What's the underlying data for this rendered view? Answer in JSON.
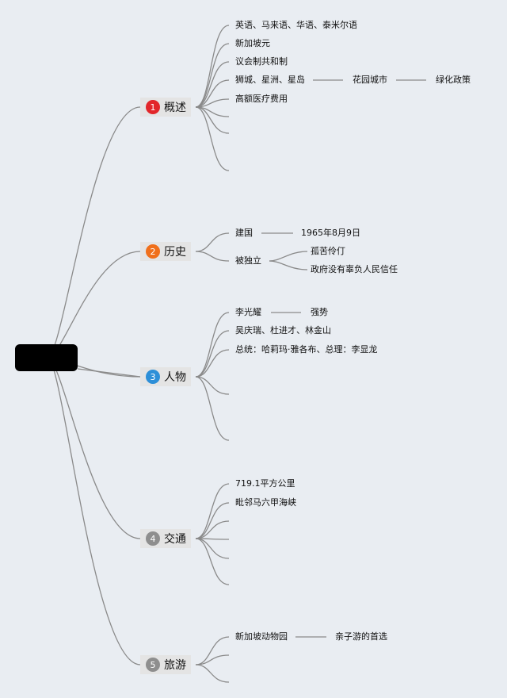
{
  "branches": [
    {
      "number": "1",
      "label": "概述",
      "color": "#e2262a",
      "items": [
        {
          "text": "英语、马来语、华语、泰米尔语"
        },
        {
          "text": "新加坡元"
        },
        {
          "text": "议会制共和制"
        },
        {
          "text": "狮城、星洲、星岛",
          "children": [
            "花园城市",
            "绿化政策"
          ]
        },
        {
          "text": "高额医疗费用"
        }
      ]
    },
    {
      "number": "2",
      "label": "历史",
      "color": "#f06f1b",
      "items": [
        {
          "text": "建国",
          "children": [
            "1965年8月9日"
          ]
        },
        {
          "text": "被独立",
          "sub": [
            "孤苦伶仃",
            "政府没有辜负人民信任"
          ]
        }
      ]
    },
    {
      "number": "3",
      "label": "人物",
      "color": "#2d8fd8",
      "items": [
        {
          "text": "李光耀",
          "children": [
            "强势"
          ]
        },
        {
          "text": "吴庆瑞、杜进才、林金山"
        },
        {
          "text": "总统：哈莉玛·雅各布、总理：李显龙"
        }
      ]
    },
    {
      "number": "4",
      "label": "交通",
      "color": "#8e8e8e",
      "items": [
        {
          "text": "719.1平方公里"
        },
        {
          "text": "毗邻马六甲海峡"
        }
      ]
    },
    {
      "number": "5",
      "label": "旅游",
      "color": "#8e8e8e",
      "items": [
        {
          "text": "新加坡动物园",
          "children": [
            "亲子游的首选"
          ]
        }
      ]
    }
  ]
}
